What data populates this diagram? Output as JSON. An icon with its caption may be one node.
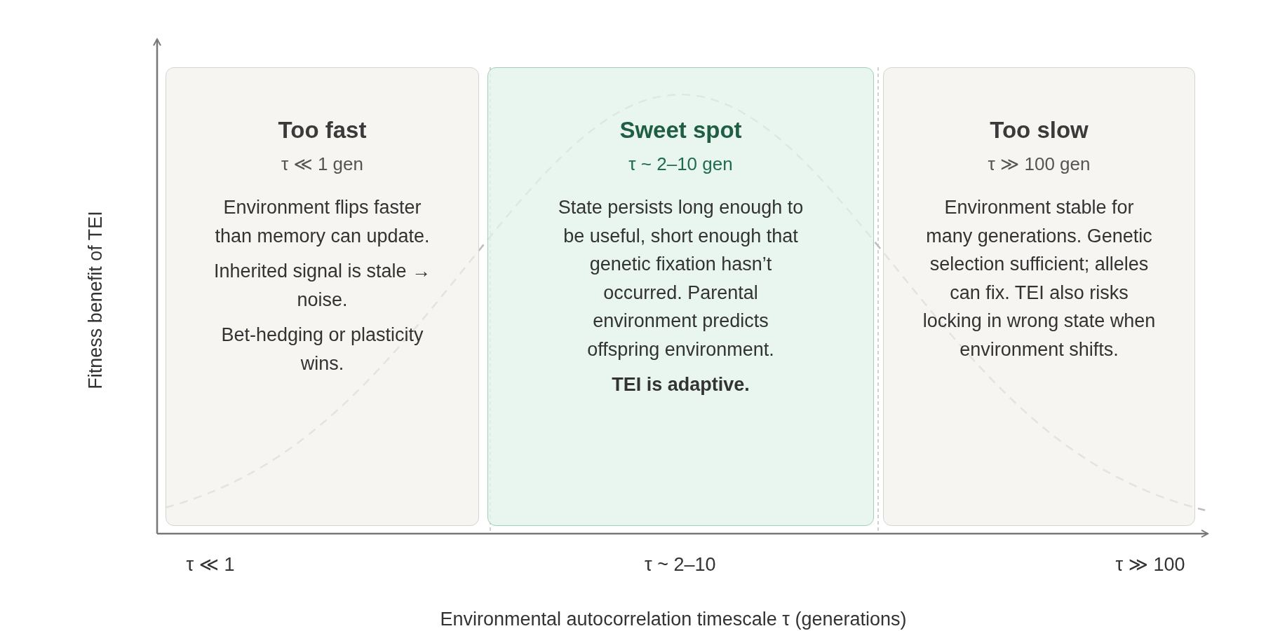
{
  "diagram": {
    "nodes": [
      {
        "text": [
          "Too fast",
          "τ ≪ 1 gen",
          "Environment flips faster than memory can update.",
          "Inherited signal is stale → noise.",
          "Bet-hedging or plasticity wins."
        ]
      },
      {
        "text": [
          "Sweet spot",
          "τ ~ 2–10 gen",
          "State persists long enough to be useful, short enough that genetic fixation hasn’t occurred. Parental environment predicts offspring environment.",
          "TEI is adaptive."
        ]
      },
      {
        "text": [
          "Too slow",
          "τ ≫ 100 gen",
          "Environment stable for many generations. Genetic selection sufficient; alleles can fix. TEI also risks locking in wrong state when environment shifts."
        ]
      }
    ],
    "edges": [],
    "labels": [
      "Fitness benefit of TEI",
      "τ ≪ 1",
      "τ ~ 2–10",
      "τ ≫ 100",
      "Environmental autocorrelation timescale τ (generations)"
    ]
  }
}
